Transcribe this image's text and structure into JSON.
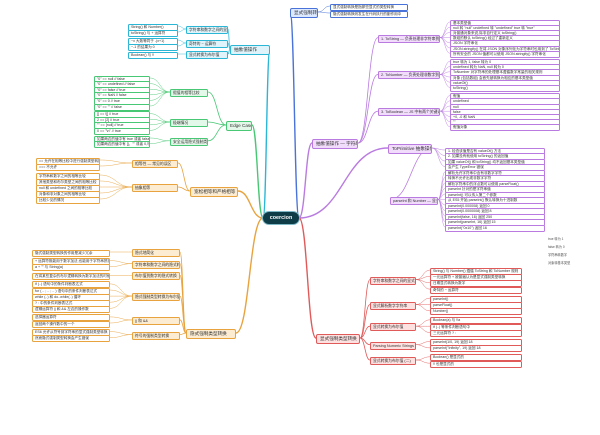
{
  "root": {
    "label": "coercion"
  },
  "colors": {
    "purple": "#b97be0",
    "purple_fill": "#f1dcfb",
    "purple_dark": "#8e44ad",
    "green": "#48c774",
    "green_fill": "#e4f8e9",
    "cyan": "#2bb6d6",
    "cyan_fill": "#dff4fa",
    "orange": "#e8a33e",
    "orange_fill": "#fbecd2",
    "red": "#e05a5a",
    "red_fill": "#fde1e1",
    "blue_fill": "#dde9ff",
    "blue": "#4a73d9"
  },
  "branches": {
    "tr_top": {
      "title": "显式强制转换",
      "leaves": [
        "显式强制转换是指那些显式的类型转换",
        "隐式强制转换则发生在代码执行的副作用中"
      ]
    },
    "tr_mid": {
      "title": "抽象值操作 — 字符串的类型转换",
      "subs": [
        {
          "label": "1. ToString — 负责处理非字符串到字符串的强制类型转换",
          "leaves": [
            "基本类型值",
            "null 转 \"null\" undefined 转 \"undefined\" true 转 \"true\"",
            "对普通对象来说,除非自行定义 toString()",
            "数组的默认 toString() 经过了重新定义",
            "JSON 字符串化",
            "JSON.stringify() 在将 JSON 对象序列化为字符串时也用到了 ToString",
            "所有安全的 JSON 值都可以使用 JSON.stringify() 字符串化"
          ]
        },
        {
          "label": "2. ToNumber — 负责处理非数字到数字的转换",
          "leaves": [
            "true 转为 1, false 转为 0",
            "undefined 转为 NaN, null 转为 0",
            "ToNumber 对字符串的处理基本遵循数字常量的相关规则",
            "对象 (包括数组) 会首先被转换为相应的基本类型值",
            "valueOf()",
            "toString()"
          ]
        },
        {
          "label": "3. ToBoolean — JS 中有两个关键词 true 和 false",
          "leaves": [
            "假值",
            "undefined",
            "null",
            "false",
            "+0, -0 和 NaN",
            "\"\"",
            "假值对象"
          ]
        }
      ]
    },
    "tr_lower": {
      "title": "ToPrimitive 抽象操作",
      "leaves": [
        "1. 检查该值是否有 valueOf() 方法",
        "2. 如果没有就使用 toString() 的返回值",
        "如果 valueOf() 和 toString() 均不返回基本类型值",
        "会产生 TypeError 错误"
      ],
      "subs": [
        {
          "label": "parseInt 和 Number — 显式解析数字字符串",
          "leaves": [
            "解析允许字符串中含有非数字字符",
            "转换不允许出现非数字字符",
            "解析字符串中的浮点数可以使用 parseFloat()",
            "parseInt 针对的是字符串值",
            "parseInt() 可以传入第二个参数",
            "从 ES5 开始 parseInt() 默认转换为十进制数",
            "parseInt(0.000008) 返回 0",
            "parseInt(0.0000008) 返回 8",
            "parseInt(false, 16) 返回 250",
            "parseInt(parseInt, 16) 返回 15",
            "parseInt(\"0x10\") 返回 16"
          ]
        }
      ]
    },
    "tl": {
      "title": "抽象值操作",
      "subs": [
        {
          "label": "字符串和数字之间的显式转换",
          "leaves": [
            "String() 和 Number()",
            "toString() 与 + 运算符"
          ]
        },
        {
          "label": "奇特的 ~ 运算符",
          "leaves": [
            "~x 大致等同于 -(x+1)",
            "~-1 的结果为 0"
          ]
        },
        {
          "label": "显式转换为布尔值",
          "leaves": [
            "Boolean() 与 !!"
          ]
        }
      ]
    },
    "left_mid": {
      "title": "Edge Cases",
      "subs": [
        {
          "label": "假值的相等比较",
          "leaves": [
            "\"0\" == null // false",
            "\"0\" == undefined // false",
            "\"0\" == false // true",
            "\"0\" == NaN // false",
            "\"0\" == 0 // true",
            "\"0\" == \"\" // false"
          ]
        },
        {
          "label": "极端情况",
          "leaves": [
            "[] == ![] // true",
            "2 == [2] // true",
            "\"\" == [null] // true",
            "0 == \"\\n\" // true"
          ]
        },
        {
          "label": "安全运用隐式强制类型转换",
          "leaves": [
            "如果两边的值中有 true 或者 false,千万不要使用 ==",
            "如果两边的值中有 []、\"\" 或者 0,尽量不要使用 =="
          ]
        }
      ]
    },
    "left_low": {
      "title": "宽松相等和严格相等",
      "subs": [
        {
          "label": "相等性 — 常见的误区",
          "leaves": [
            "== 允许在相等比较中进行强制类型转换",
            "=== 不允许"
          ]
        },
        {
          "label": "抽象相等",
          "leaves": [
            "字符串和数字之间的相等比较",
            "其他类型和布尔类型之间的相等比较",
            "null 和 undefined 之间的相等比较",
            "对象和非对象之间的相等比较",
            "比较少见的情况"
          ]
        }
      ]
    },
    "left_bottom": {
      "title": "隐式强制类型转换",
      "subs": [
        {
          "label": "隐式地简化",
          "leaves": [
            "隐式强制类型转换的作用是减少冗余"
          ]
        },
        {
          "label": "字符串和数字之间的隐式转换",
          "leaves": [
            "+ 运算符既能用于数字加法,也能用于字符串拼接",
            "a + \"\" 与 String(a)"
          ]
        },
        {
          "label": "布尔值到数字的隐式转换",
          "leaves": [
            "在将某些复杂的布尔逻辑转换为数字加法的时候"
          ]
        },
        {
          "label": "隐式强制类型转换为布尔值",
          "leaves": [
            "if (..) 语句中的条件判断表达式",
            "for ( .. ; .. ; .. ) 语句中的条件判断表达式",
            "while (..) 和 do..while(..) 循环",
            "? : 中的条件判断表达式",
            "逻辑运算符 || 和 && 左边的操作数"
          ]
        },
        {
          "label": "|| 和 &&",
          "leaves": [
            "选择器运算符",
            "返回两个操作数中的一个"
          ]
        },
        {
          "label": "符号的强制类型转换",
          "leaves": [
            "ES6 允许从符号到字符串的显式强制类型转换",
            "然而隐式强制类型转换会产生错误"
          ]
        }
      ]
    },
    "right_bottom": {
      "title": "显式强制类型转换",
      "subs": [
        {
          "label": "字符串和数字之间的显式转换",
          "leaves": [
            "String() 与 Number() 遵循 ToString 和 ToNumber 规则",
            "一元运算符 + 被普遍认为是显式强制类型转换",
            "日期显式转换为数字",
            "奇特的 ~ 运算符"
          ]
        },
        {
          "label": "显式解析数字字符串",
          "leaves": [
            "parseInt()",
            "parseFloat()",
            "Number()"
          ]
        },
        {
          "label": "显式转换为布尔值",
          "leaves": [
            "Boolean(a) 与 !!a",
            "if (..) 等条件判断语句中",
            "三元运算符 ? :"
          ]
        },
        {
          "label": "Parsing Numeric Strings",
          "leaves": [
            "parseInt(1/0, 19) 返回 18",
            "parseInt(\"Infinity\", 19) 返回 18"
          ]
        },
        {
          "label": "显式转换为布尔值 (二)",
          "leaves": [
            "Boolean() 是显式的",
            "!! 也是显式的"
          ]
        }
      ]
    },
    "right_notes": [
      "true 转为 1",
      "false 转为 0",
      "字符串转数字",
      "对象转基本类型"
    ]
  }
}
